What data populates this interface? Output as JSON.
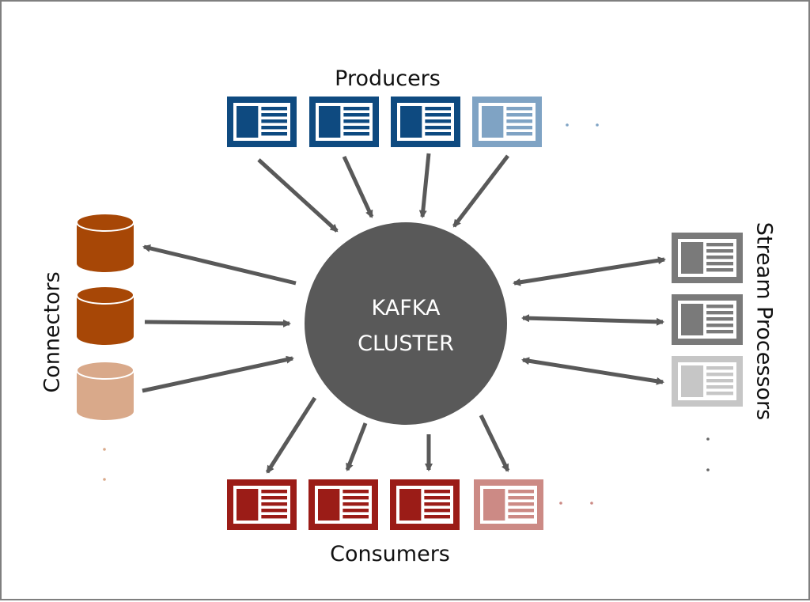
{
  "labels": {
    "producers": "Producers",
    "consumers": "Consumers",
    "connectors": "Connectors",
    "stream_processors": "Stream Processors"
  },
  "cluster": {
    "line1": "KAFKA",
    "line2": "CLUSTER"
  },
  "colors": {
    "producer": "#0e4a80",
    "producer_faded": "#7fa3c4",
    "consumer": "#9b1c17",
    "consumer_faded": "#cc8a85",
    "connector": "#a74706",
    "connector_faded": "#d9a98a",
    "stream": "#7a7a7a",
    "stream_faded": "#c6c6c6",
    "cluster": "#595959",
    "arrow": "#595959"
  },
  "icons": {
    "producer": "application-window-icon",
    "consumer": "application-window-icon",
    "stream": "application-window-icon",
    "connector": "database-cylinder-icon"
  }
}
